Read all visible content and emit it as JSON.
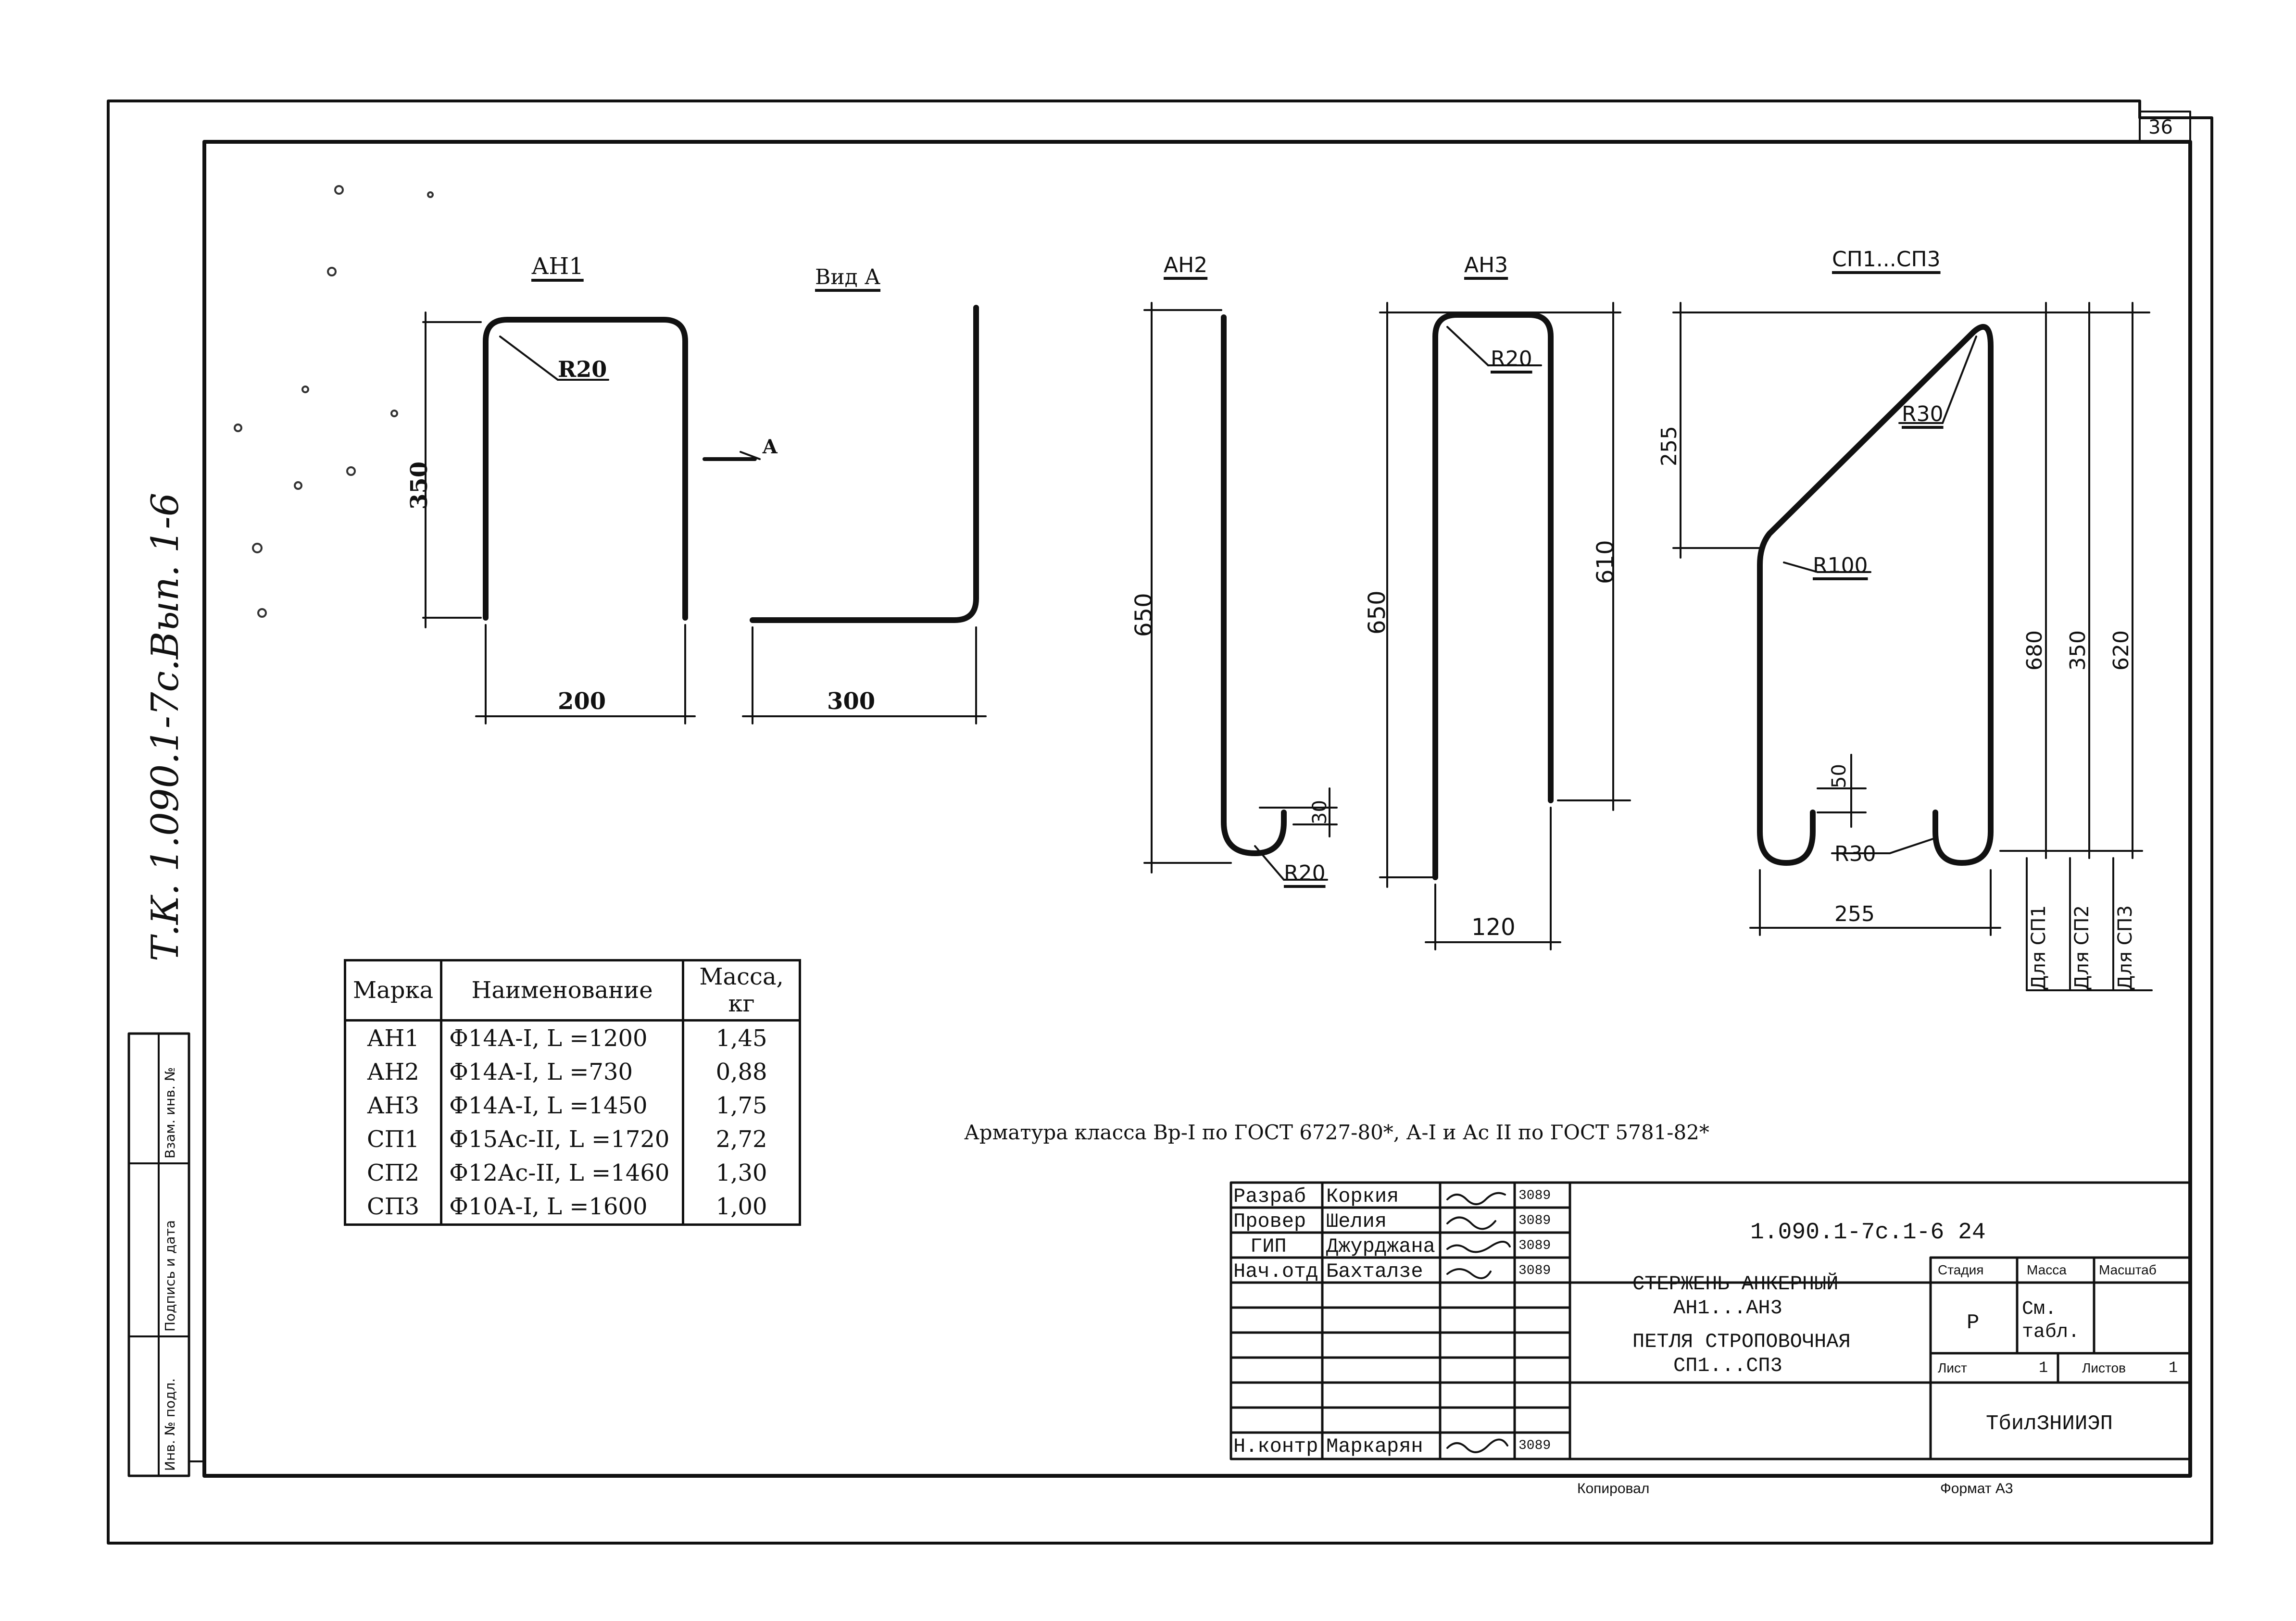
{
  "side_stamp": "Т.К. 1.090.1-7с.Вып. 1-6",
  "sheet_corner_number": "36",
  "left_margin_labels": [
    "Инв. № подл.",
    "Подпись и дата",
    "Взам. инв. №"
  ],
  "views": {
    "an1": {
      "title": "АН1",
      "dims": {
        "height": "350",
        "width": "200",
        "radius": "R20"
      }
    },
    "view_a": {
      "title": "Вид А",
      "arrow_label": "А",
      "dims": {
        "length": "300"
      }
    },
    "an2": {
      "title": "АН2",
      "dims": {
        "height": "650",
        "hook": "30",
        "radius": "R20"
      }
    },
    "an3": {
      "title": "АН3",
      "dims": {
        "height": "650",
        "right_leg": "610",
        "width": "120",
        "radius": "R20"
      }
    },
    "sp": {
      "title": "СП1...СП3",
      "dims": {
        "top": "255",
        "radius_top": "R30",
        "radius_bend": "R100",
        "hook": "50",
        "radius_bottom": "R30",
        "width": "255",
        "h1": "680",
        "h2": "350",
        "h3": "620"
      },
      "variant_labels": [
        "Для СП1",
        "Для СП2",
        "Для СП3"
      ]
    }
  },
  "table": {
    "headers": [
      "Марка",
      "Наименование",
      "Масса, кг"
    ],
    "rows": [
      [
        "АН1",
        "Ф14А-I,  L =1200",
        "1,45"
      ],
      [
        "АН2",
        "Ф14А-I,  L =730",
        "0,88"
      ],
      [
        "АН3",
        "Ф14А-I,  L =1450",
        "1,75"
      ],
      [
        "СП1",
        "Ф15Ас-II, L =1720",
        "2,72"
      ],
      [
        "СП2",
        "Ф12Ас-II, L =1460",
        "1,30"
      ],
      [
        "СП3",
        "Ф10А-I,  L =1600",
        "1,00"
      ]
    ]
  },
  "note": "Арматура класса Вр-I по ГОСТ 6727-80*, А-I и Ас II по ГОСТ 5781-82*",
  "title_block": {
    "roles": [
      {
        "role": "Разраб",
        "name": "Коркия",
        "date": "3089"
      },
      {
        "role": "Провер",
        "name": "Шелия",
        "date": "3089"
      },
      {
        "role": "ГИП",
        "name": "Джурджана",
        "date": "3089"
      },
      {
        "role": "Нач.отд",
        "name": "Бахталзе",
        "date": "3089"
      },
      {
        "role": "Н.контр",
        "name": "Маркарян",
        "date": "3089"
      }
    ],
    "document_code": "1.090.1-7с.1-6 24",
    "product_title_1": "СТЕРЖЕНЬ АНКЕРНЫЙ",
    "product_title_2": "АН1...АН3",
    "product_title_3": "ПЕТЛЯ СТРОПОВОЧНАЯ",
    "product_title_4": "СП1...СП3",
    "col_stage": "Стадия",
    "col_mass": "Масса",
    "col_scale": "Масштаб",
    "stage_value": "Р",
    "mass_value": "См. табл.",
    "sheet_label": "Лист",
    "sheet_value": "1",
    "sheets_label": "Листов",
    "sheets_value": "1",
    "organization": "ТбилЗНИИЭП",
    "copied_by": "Копировал",
    "format": "Формат А3"
  }
}
